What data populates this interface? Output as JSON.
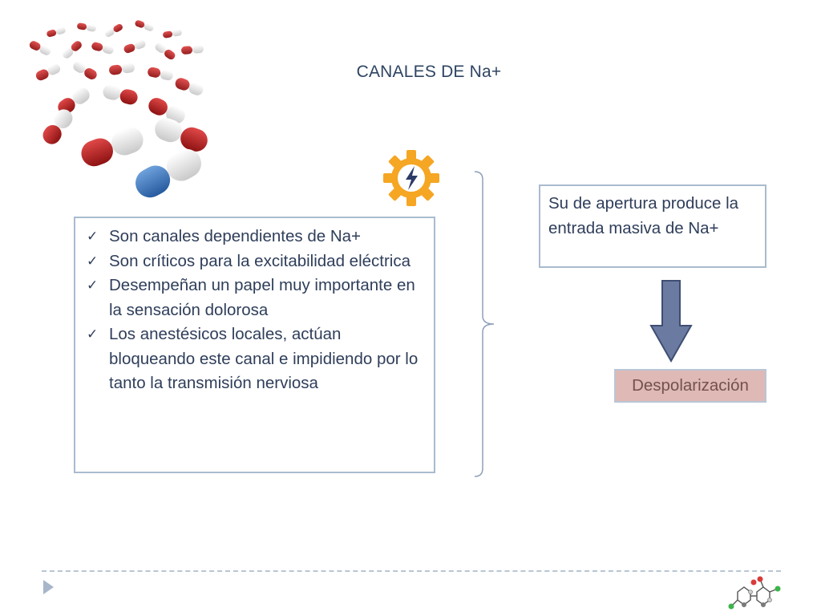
{
  "slide": {
    "title": "CANALES DE Na+",
    "bullets": [
      "Son canales dependientes de Na+",
      "Son críticos para la excitabilidad eléctrica",
      "Desempeñan un papel muy importante en la sensación dolorosa",
      "Los anestésicos locales, actúan bloqueando este canal e impidiendo por lo tanto la transmisión nerviosa"
    ],
    "effect_text": "Su de apertura produce la entrada masiva de Na+",
    "result_text": "Despolarización"
  },
  "icons": {
    "bullet": "check-icon",
    "gear": "gear-lightning-icon",
    "arrow": "arrow-down-icon",
    "nav": "triangle-right-icon",
    "molecule": "molecule-icon",
    "pills": "capsules-image"
  },
  "colors": {
    "title": "#2e4462",
    "box_border": "#a9bbcf",
    "gear": "#f5a623",
    "arrow_fill": "#6b7aa0",
    "result_bg": "#dfb9b5",
    "result_text": "#73514d"
  }
}
